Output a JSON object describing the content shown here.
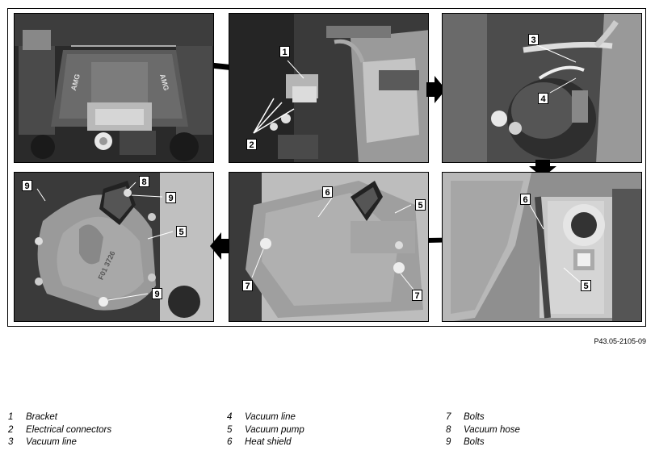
{
  "figure_ref": "P43.05-2105-09",
  "callouts": {
    "p2_1": "1",
    "p2_2": "2",
    "p3_3": "3",
    "p3_4": "4",
    "p4_8": "8",
    "p4_9a": "9",
    "p4_9b": "9",
    "p4_5": "5",
    "p4_9c": "9",
    "p5_6": "6",
    "p5_5": "5",
    "p5_7a": "7",
    "p5_7b": "7",
    "p6_6": "6",
    "p6_5": "5"
  },
  "legend": [
    {
      "num": "1",
      "label": "Bracket"
    },
    {
      "num": "2",
      "label": "Electrical connectors"
    },
    {
      "num": "3",
      "label": "Vacuum line"
    },
    {
      "num": "4",
      "label": "Vacuum line"
    },
    {
      "num": "5",
      "label": "Vacuum pump"
    },
    {
      "num": "6",
      "label": "Heat shield"
    },
    {
      "num": "7",
      "label": "Bolts"
    },
    {
      "num": "8",
      "label": "Vacuum hose"
    },
    {
      "num": "9",
      "label": "Bolts"
    }
  ],
  "engine_cover": {
    "brand_left": "AMG",
    "brand_right": "AMG"
  },
  "pump_stamp": "F01 3726"
}
